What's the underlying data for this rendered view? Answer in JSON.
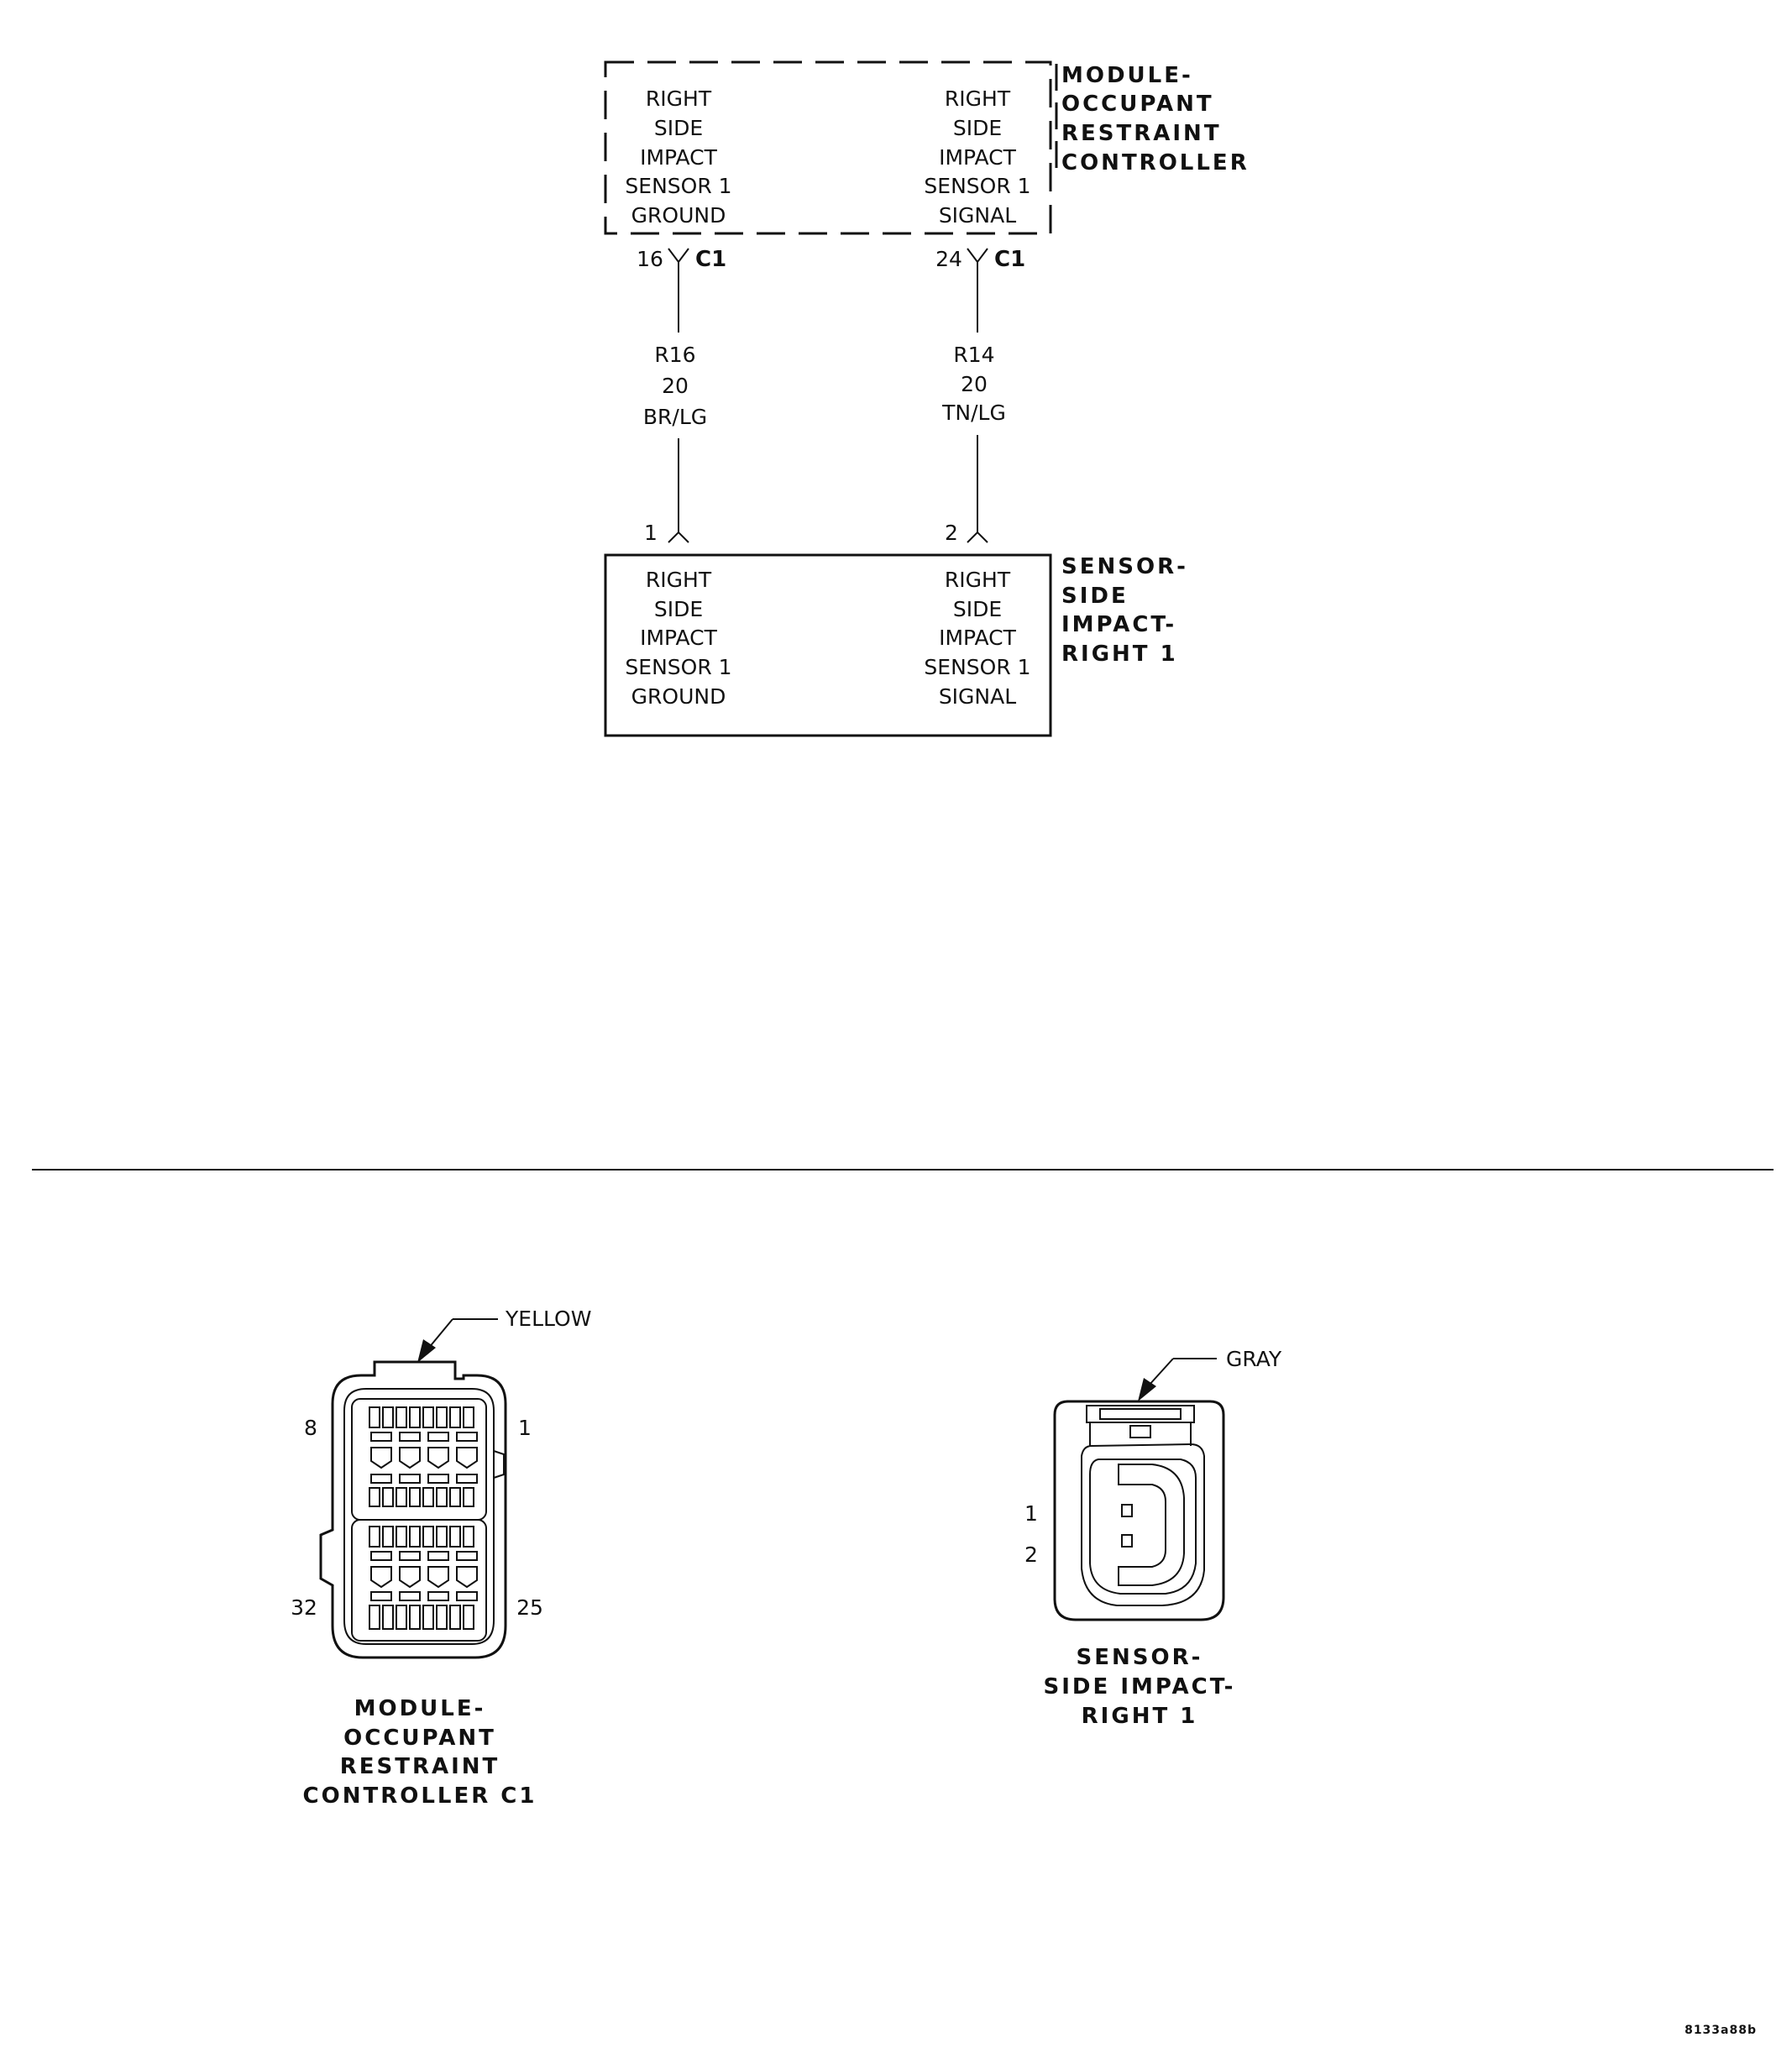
{
  "module_block": {
    "title_lines": [
      "MODULE-",
      "OCCUPANT",
      "RESTRAINT",
      "CONTROLLER"
    ],
    "left_pin_lines": [
      "RIGHT",
      "SIDE",
      "IMPACT",
      "SENSOR 1",
      "GROUND"
    ],
    "right_pin_lines": [
      "RIGHT",
      "SIDE",
      "IMPACT",
      "SENSOR 1",
      "SIGNAL"
    ]
  },
  "top_connectors": [
    {
      "pin": "16",
      "connector": "C1"
    },
    {
      "pin": "24",
      "connector": "C1"
    }
  ],
  "wires": [
    {
      "circuit": "R16",
      "gauge": "20",
      "color": "BR/LG"
    },
    {
      "circuit": "R14",
      "gauge": "20",
      "color": "TN/LG"
    }
  ],
  "bottom_pins": [
    "1",
    "2"
  ],
  "sensor_block": {
    "title_lines": [
      "SENSOR-",
      "SIDE",
      "IMPACT-",
      "RIGHT 1"
    ],
    "left_pin_lines": [
      "RIGHT",
      "SIDE",
      "IMPACT",
      "SENSOR 1",
      "GROUND"
    ],
    "right_pin_lines": [
      "RIGHT",
      "SIDE",
      "IMPACT",
      "SENSOR 1",
      "SIGNAL"
    ]
  },
  "connector_c1": {
    "color_label": "YELLOW",
    "pin_labels": {
      "top_left": "8",
      "top_right": "1",
      "bottom_left": "32",
      "bottom_right": "25"
    },
    "caption_lines": [
      "MODULE-",
      "OCCUPANT",
      "RESTRAINT",
      "CONTROLLER C1"
    ]
  },
  "connector_sensor": {
    "color_label": "GRAY",
    "pin_labels": [
      "1",
      "2"
    ],
    "caption_lines": [
      "SENSOR-",
      "SIDE IMPACT-",
      "RIGHT 1"
    ]
  },
  "figure_id": "8133a88b"
}
